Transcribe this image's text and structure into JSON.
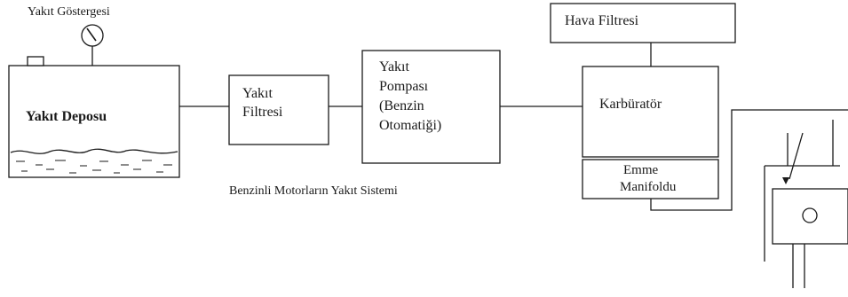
{
  "diagram": {
    "gauge_label": "Yakıt Göstergesi",
    "tank_label": "Yakıt Deposu",
    "filter_label_1": "Yakıt",
    "filter_label_2": "Filtresi",
    "pump_label_1": "Yakıt",
    "pump_label_2": "Pompası",
    "pump_label_3": "(Benzin",
    "pump_label_4": "Otomatiği)",
    "air_filter_label": "Hava Filtresi",
    "carburetor_label": "Karbüratör",
    "manifold_label_1": "Emme",
    "manifold_label_2": "Manifoldu",
    "caption": "Benzinli Motorların Yakıt Sistemi"
  },
  "colors": {
    "line": "#1a1a1a",
    "background": "#ffffff"
  }
}
